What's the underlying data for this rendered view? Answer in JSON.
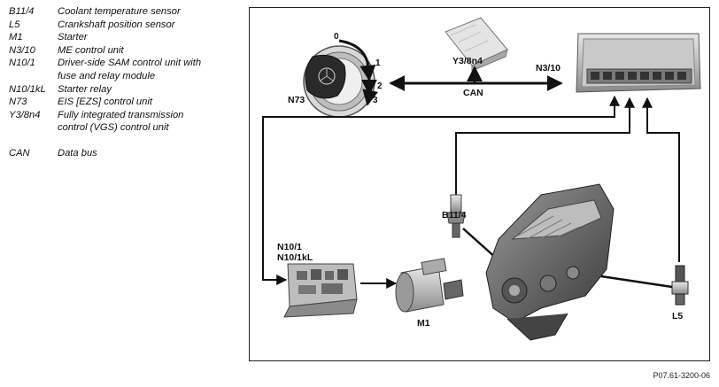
{
  "legend": [
    {
      "code": "B11/4",
      "desc": "Coolant temperature sensor"
    },
    {
      "code": "L5",
      "desc": "Crankshaft position sensor"
    },
    {
      "code": "M1",
      "desc": "Starter"
    },
    {
      "code": "N3/10",
      "desc": "ME control unit"
    },
    {
      "code": "N10/1",
      "desc": "Driver-side SAM control unit with\nfuse and relay module"
    },
    {
      "code": "N10/1kL",
      "desc": "Starter relay"
    },
    {
      "code": "N73",
      "desc": "EIS [EZS] control unit"
    },
    {
      "code": "Y3/8n4",
      "desc": "Fully integrated transmission\ncontrol (VGS) control unit"
    },
    {
      "code": "CAN",
      "desc": "Data bus"
    }
  ],
  "diagram": {
    "labels": {
      "n73": "N73",
      "y3_8n4": "Y3/8n4",
      "can": "CAN",
      "n3_10": "N3/10",
      "b11_4": "B11/4",
      "n10_1": "N10/1",
      "n10_1kl": "N10/1kL",
      "m1": "M1",
      "l5": "L5"
    },
    "key_positions": [
      "0",
      "1",
      "2",
      "3"
    ]
  },
  "figure_ref": "P07.61-3200-06"
}
